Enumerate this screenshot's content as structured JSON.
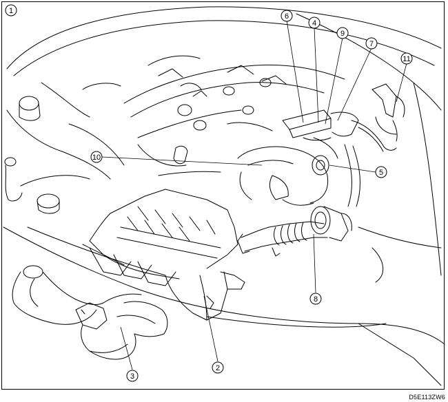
{
  "diagram": {
    "figure_code": "D5E113ZW6",
    "callouts": [
      {
        "id": "1",
        "label": "1"
      },
      {
        "id": "2",
        "label": "2"
      },
      {
        "id": "3",
        "label": "3"
      },
      {
        "id": "4",
        "label": "4"
      },
      {
        "id": "5",
        "label": "5"
      },
      {
        "id": "6",
        "label": "6"
      },
      {
        "id": "7",
        "label": "7"
      },
      {
        "id": "8",
        "label": "8"
      },
      {
        "id": "9",
        "label": "9"
      },
      {
        "id": "10",
        "label": "10"
      },
      {
        "id": "11",
        "label": "11"
      }
    ]
  },
  "colors": {
    "line": "#000000",
    "background": "#ffffff"
  }
}
